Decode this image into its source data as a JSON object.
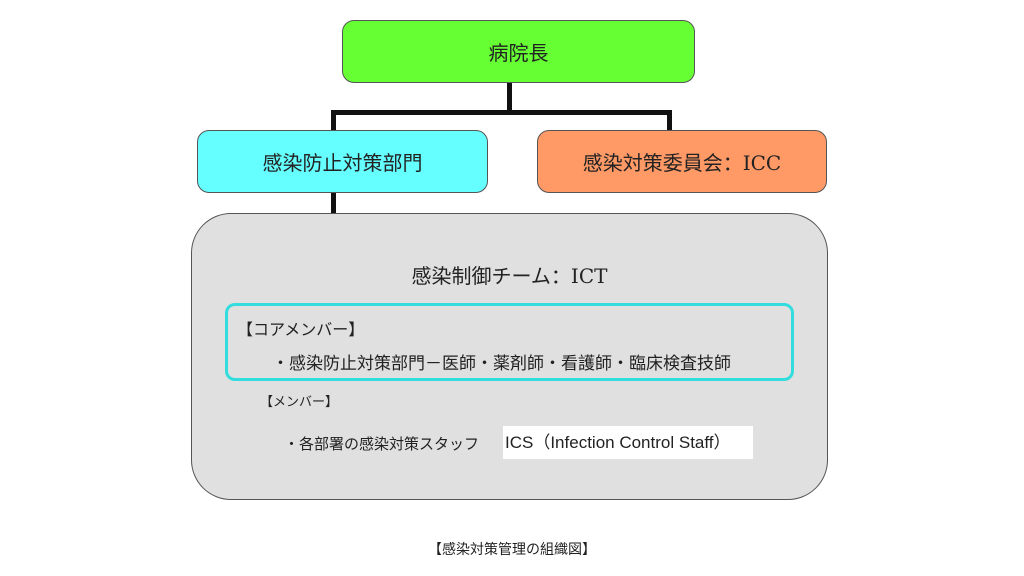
{
  "nodes": {
    "director": "病院長",
    "prevention_dept": "感染防止対策部門",
    "committee": "感染対策委員会：ICC",
    "team": {
      "title": "感染制御チーム：ICT",
      "core_heading": "【コアメンバー】",
      "core_members": "・感染防止対策部門－医師・薬剤師・看護師・臨床検査技師",
      "member_heading": "【メンバー】",
      "members_prefix": "・各部署の感染対策スタッフ",
      "members_ics": "ICS（Infection Control Staff）"
    }
  },
  "caption": "【感染対策管理の組織図】",
  "colors": {
    "director": "#66ff33",
    "prevention_dept": "#66ffff",
    "committee": "#ff9966",
    "team": "#e0e0e0",
    "core_border": "#33dddd"
  }
}
